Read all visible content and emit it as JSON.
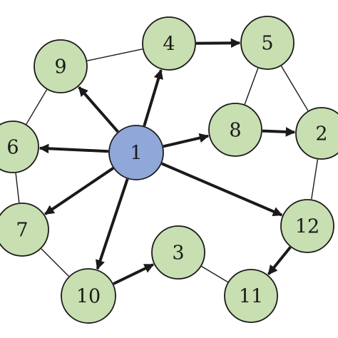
{
  "colors": {
    "node_fill": "#c8dfb1",
    "center_fill": "#8fa7d9",
    "stroke": "#1a1a1a"
  },
  "nodes": [
    {
      "id": "1",
      "label": "1",
      "center": true
    },
    {
      "id": "2",
      "label": "2"
    },
    {
      "id": "3",
      "label": "3"
    },
    {
      "id": "4",
      "label": "4"
    },
    {
      "id": "5",
      "label": "5"
    },
    {
      "id": "6",
      "label": "6"
    },
    {
      "id": "7",
      "label": "7"
    },
    {
      "id": "8",
      "label": "8"
    },
    {
      "id": "9",
      "label": "9"
    },
    {
      "id": "10",
      "label": "10"
    },
    {
      "id": "11",
      "label": "11"
    },
    {
      "id": "12",
      "label": "12"
    }
  ],
  "edges": [
    {
      "from": "1",
      "to": "9",
      "directed": true
    },
    {
      "from": "1",
      "to": "4",
      "directed": true
    },
    {
      "from": "1",
      "to": "6",
      "directed": true
    },
    {
      "from": "1",
      "to": "7",
      "directed": true
    },
    {
      "from": "1",
      "to": "10",
      "directed": true
    },
    {
      "from": "1",
      "to": "8",
      "directed": true
    },
    {
      "from": "1",
      "to": "12",
      "directed": true
    },
    {
      "from": "4",
      "to": "5",
      "directed": true
    },
    {
      "from": "8",
      "to": "2",
      "directed": true
    },
    {
      "from": "10",
      "to": "3",
      "directed": true
    },
    {
      "from": "12",
      "to": "11",
      "directed": true
    },
    {
      "from": "9",
      "to": "4",
      "directed": false
    },
    {
      "from": "9",
      "to": "6",
      "directed": false
    },
    {
      "from": "6",
      "to": "7",
      "directed": false
    },
    {
      "from": "7",
      "to": "10",
      "directed": false
    },
    {
      "from": "5",
      "to": "8",
      "directed": false
    },
    {
      "from": "5",
      "to": "2",
      "directed": false
    },
    {
      "from": "2",
      "to": "12",
      "directed": false
    },
    {
      "from": "3",
      "to": "11",
      "directed": false
    }
  ]
}
